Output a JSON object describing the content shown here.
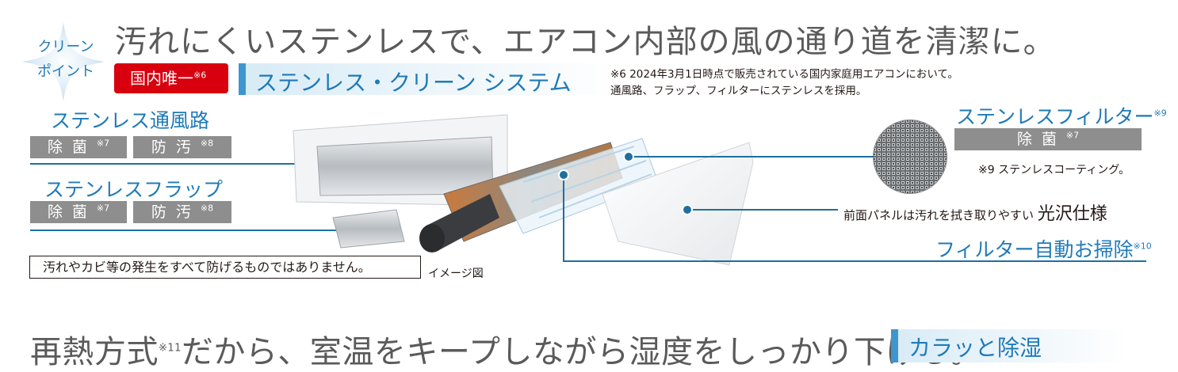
{
  "badge": {
    "line1": "クリーン",
    "line2": "ポイント"
  },
  "headline1": "汚れにくいステンレスで、エアコン内部の風の通り道を清潔に。",
  "uniqueness": {
    "label": "国内唯一",
    "mark": "※6"
  },
  "system_name": "ステンレス・クリーン システム",
  "note6": {
    "line1": "※6 2024年3月1日時点で販売されている国内家庭用エアコンにおいて。",
    "line2": "通風路、フラップ、フィルターにステンレスを採用。"
  },
  "airway": {
    "title": "ステンレス通風路",
    "tag1": "除菌",
    "tag1_mark": "※7",
    "tag2": "防汚",
    "tag2_mark": "※8"
  },
  "flap": {
    "title": "ステンレスフラップ",
    "tag1": "除菌",
    "tag1_mark": "※7",
    "tag2": "防汚",
    "tag2_mark": "※8"
  },
  "filter": {
    "title": "ステンレスフィルター",
    "title_mark": "※9",
    "tag1": "除菌",
    "tag1_mark": "※7",
    "note": "※9 ステンレスコーティング。"
  },
  "front_panel": {
    "desc": "前面パネルは汚れを拭き取りやすい",
    "name": "光沢仕様"
  },
  "auto_clean": {
    "label": "フィルター自動お掃除",
    "mark": "※10"
  },
  "disclaimer": "汚れやカビ等の発生をすべて防げるものではありません。",
  "image_caption": "イメージ図",
  "headline2": {
    "part1": "再熱方式",
    "mark": "※11",
    "part2": "だから、室温をキープしながら湿度をしっかり下げる。"
  },
  "dry_label": "カラッと除湿",
  "colors": {
    "accent_blue": "#1f7ab8",
    "red": "#d8000f",
    "grey_tag": "#8e8e8e",
    "line": "#1f6f9e"
  }
}
